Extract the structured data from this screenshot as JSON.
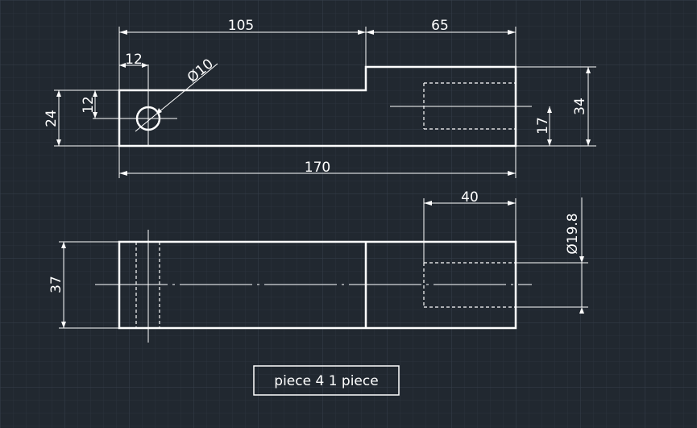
{
  "colors": {
    "background": "#212830",
    "grid_minor": "#2a323d",
    "grid_major": "#36404c",
    "lines": "#ffffff"
  },
  "dimensions": {
    "top_left_length": "105",
    "top_right_length": "65",
    "hole_offset_x": "12",
    "hole_offset_y": "12",
    "hole_diameter": "Ø10",
    "left_height": "24",
    "slot_height": "17",
    "right_height": "34",
    "total_length": "170",
    "bore_depth": "40",
    "bore_diameter": "Ø19.8",
    "width": "37"
  },
  "title_block": {
    "label": "piece 4  1 piece"
  }
}
